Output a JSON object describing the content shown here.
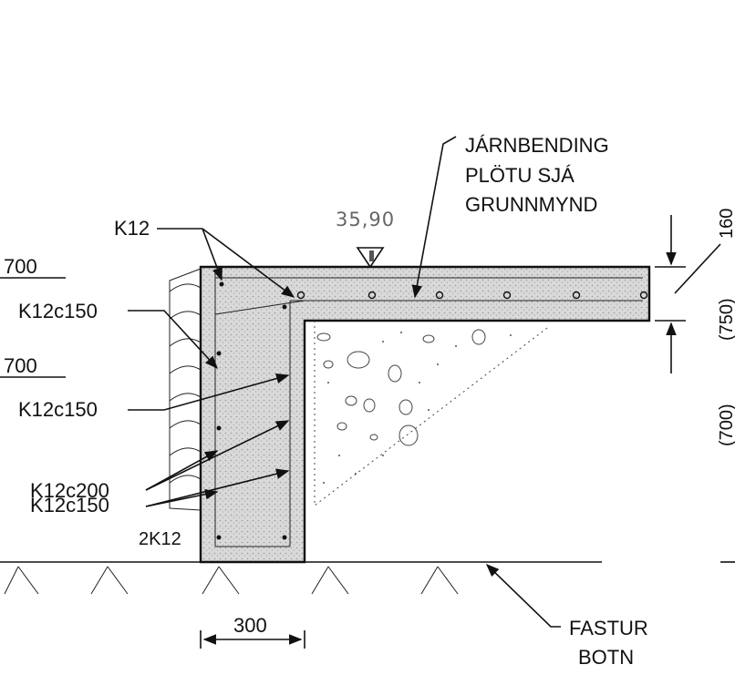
{
  "labels": {
    "reinforcement_note": [
      "JÁRNBENDING",
      "PLÖTU SJÁ",
      "GRUNNMYND"
    ],
    "elevation": "35,90",
    "level_upper": "700",
    "level_lower": "700",
    "k12": "K12",
    "k12c150_a": "K12c150",
    "k12c150_b": "K12c150",
    "k12c200": "K12c200",
    "k12c150_c": "K12c150",
    "two_k12": "2K12",
    "dim_width": "300",
    "dim_slab": "160",
    "dim_750": "(750)",
    "dim_700": "(700)",
    "ground_note": [
      "FASTUR",
      "BOTN"
    ]
  }
}
